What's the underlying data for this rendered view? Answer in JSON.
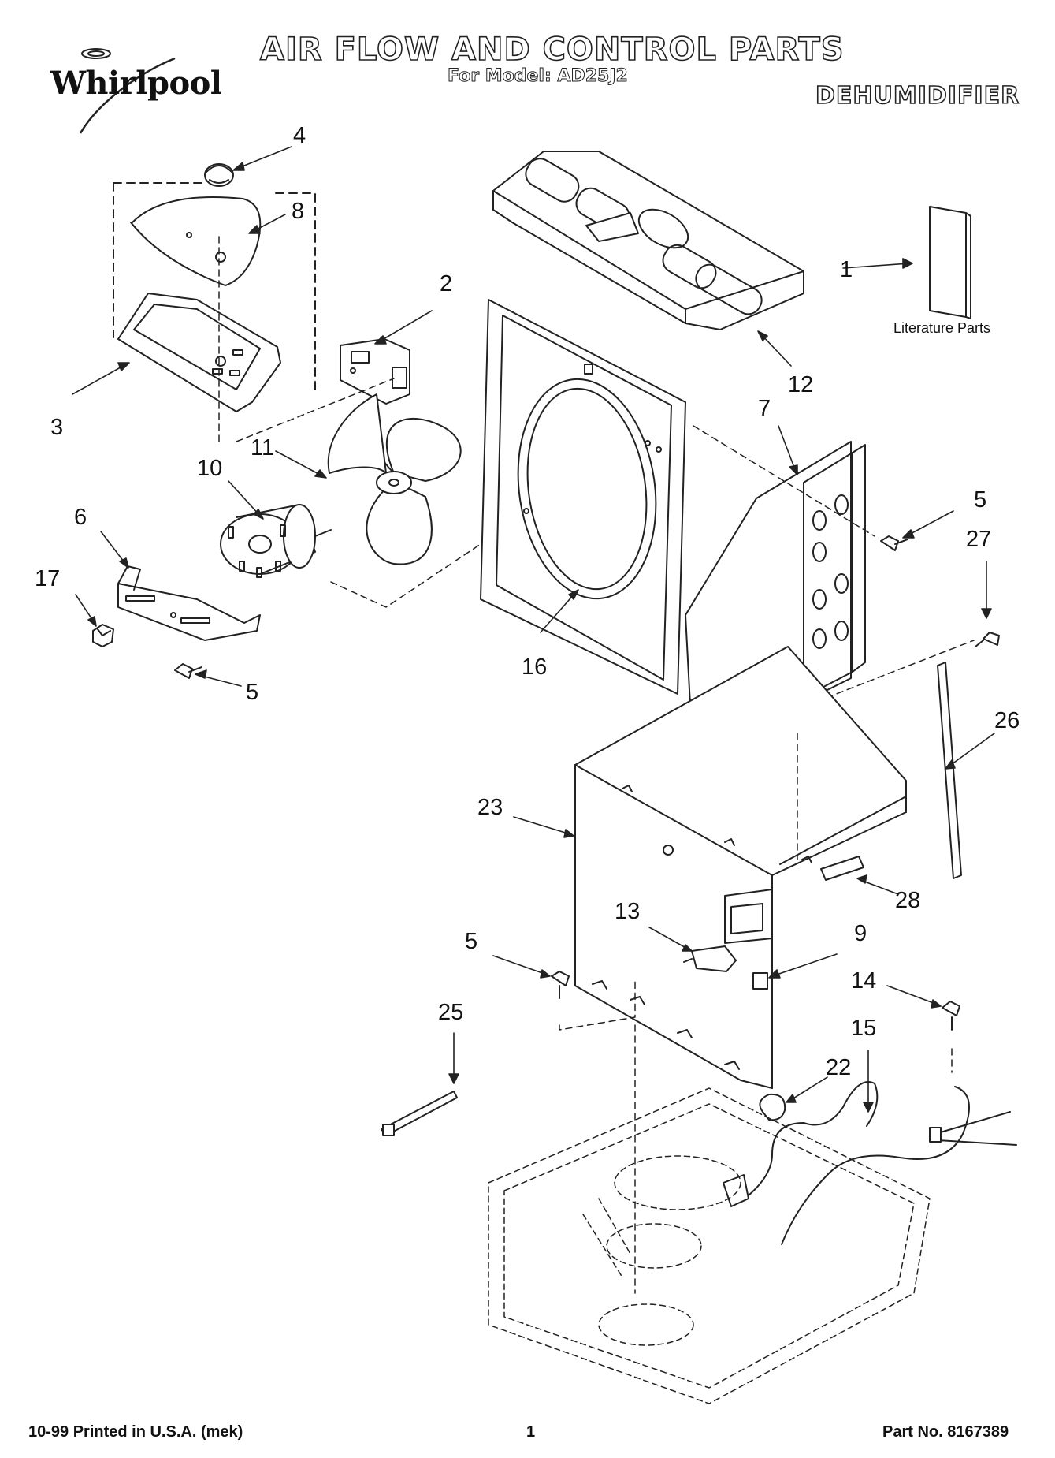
{
  "header": {
    "brand": "Whirlpool",
    "title": "AIR FLOW AND CONTROL PARTS",
    "model_line": "For Model: AD25J2",
    "product_type": "DEHUMIDIFIER"
  },
  "literature_label": "Literature Parts",
  "callouts": {
    "c1": "1",
    "c2": "2",
    "c3": "3",
    "c4": "4",
    "c5a": "5",
    "c5b": "5",
    "c5c": "5",
    "c6": "6",
    "c7": "7",
    "c8": "8",
    "c9": "9",
    "c10": "10",
    "c11": "11",
    "c12": "12",
    "c13": "13",
    "c14": "14",
    "c15": "15",
    "c16": "16",
    "c17": "17",
    "c22": "22",
    "c23": "23",
    "c25": "25",
    "c26": "26",
    "c27": "27",
    "c28": "28"
  },
  "footer": {
    "print_info": "10-99 Printed in U.S.A. (mek)",
    "page_number": "1",
    "part_number": "Part No. 8167389"
  }
}
